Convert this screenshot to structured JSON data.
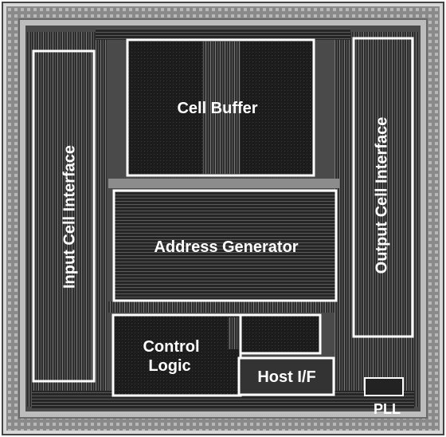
{
  "blocks": {
    "input_cell_interface": "Input Cell Interface",
    "cell_buffer": "Cell Buffer",
    "address_generator": "Address Generator",
    "control_logic_line1": "Control",
    "control_logic_line2": "Logic",
    "host_if": "Host I/F",
    "output_cell_interface": "Output Cell Interface",
    "pll": "PLL"
  },
  "colors": {
    "background": "#ffffff",
    "pad_ring": "#9a9a9a",
    "core": "#3a3a3a",
    "block_outline": "#ffffff",
    "label": "#ffffff"
  }
}
